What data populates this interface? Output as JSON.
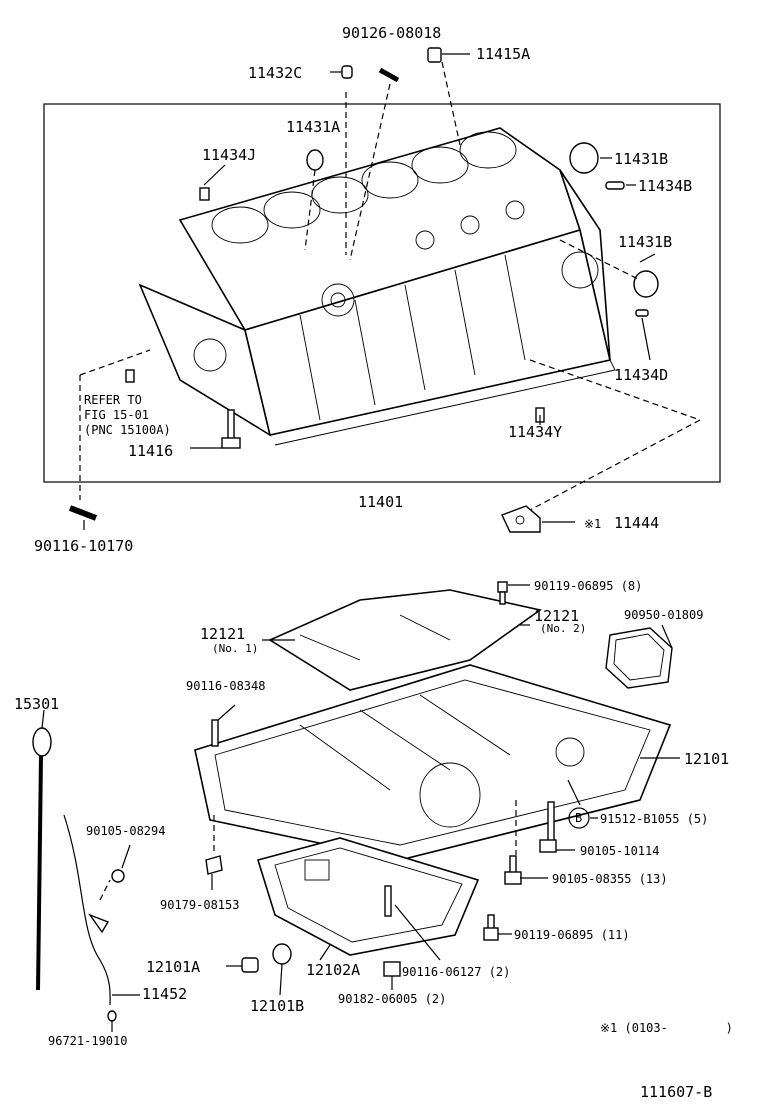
{
  "block": {
    "p90126": "90126-08018",
    "p11415A": "11415A",
    "p11432C": "11432C",
    "p11431A": "11431A",
    "p11434J": "11434J",
    "p11431B_top": "11431B",
    "p11434B": "11434B",
    "p11431B_mid": "11431B",
    "p11434D": "11434D",
    "refer1": "REFER TO",
    "refer2": "FIG 15-01",
    "refer3": "(PNC 15100A)",
    "p11416": "11416",
    "p11434Y": "11434Y",
    "p11401": "11401",
    "p90116_10170": "90116-10170",
    "p11444_mark": "※1",
    "p11444": "11444"
  },
  "pan": {
    "p90119_8": "90119-06895 (8)",
    "p12121_left": "12121",
    "p12121_left_sub": "(No. 1)",
    "p12121_right": "12121",
    "p12121_right_sub": "(No. 2)",
    "p90950": "90950-01809",
    "p90116_08348": "90116-08348",
    "p15301": "15301",
    "p12101": "12101",
    "p91512_mark": "B",
    "p91512": "91512-B1055 (5)",
    "p90105_08294": "90105-08294",
    "p90105_10114": "90105-10114",
    "p90105_08355": "90105-08355 (13)",
    "p90179": "90179-08153",
    "p90119_11": "90119-06895 (11)",
    "p12101A": "12101A",
    "p12102A": "12102A",
    "p90116_06127": "90116-06127 (2)",
    "p11452": "11452",
    "p12101B": "12101B",
    "p90182": "90182-06005 (2)",
    "p96721": "96721-19010"
  },
  "footer": {
    "note": "※1 (0103-        )",
    "figure_id": "111607-B"
  }
}
